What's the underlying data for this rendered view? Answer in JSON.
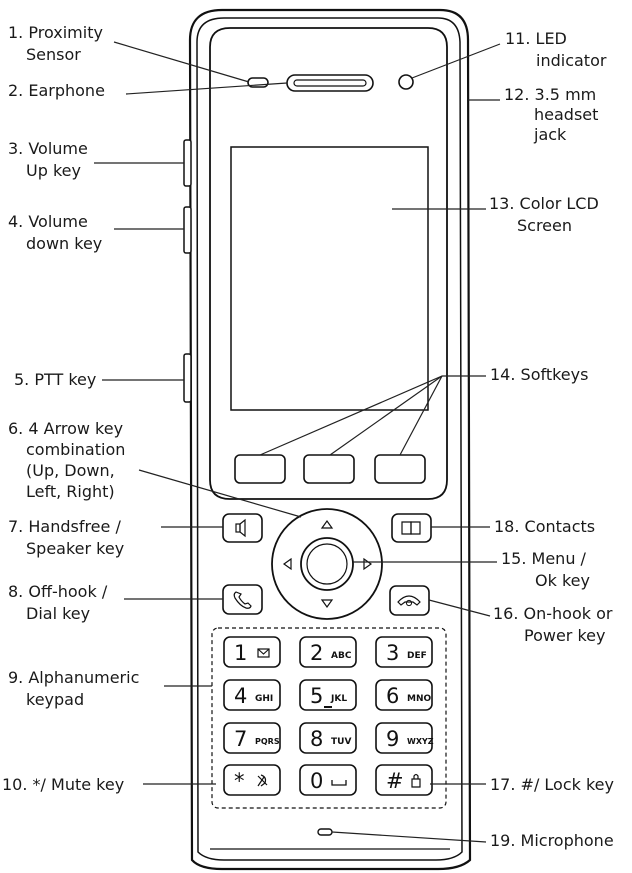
{
  "callouts": {
    "c1": [
      "1. Proximity",
      "Sensor"
    ],
    "c2": [
      "2. Earphone"
    ],
    "c3": [
      "3. Volume",
      "Up key"
    ],
    "c4": [
      "4. Volume",
      "down key"
    ],
    "c5": [
      "5. PTT key"
    ],
    "c6": [
      "6. 4 Arrow key",
      "combination",
      "(Up, Down,",
      "Left, Right)"
    ],
    "c7": [
      "7. Handsfree /",
      "Speaker key"
    ],
    "c8": [
      "8. Off-hook /",
      "Dial key"
    ],
    "c9": [
      "9. Alphanumeric",
      "keypad"
    ],
    "c10": [
      "10. */ Mute key"
    ],
    "c11": [
      "11. LED",
      "indicator"
    ],
    "c12": [
      "12. 3.5 mm",
      "headset",
      "jack"
    ],
    "c13": [
      "13. Color LCD",
      "Screen"
    ],
    "c14": [
      "14. Softkeys"
    ],
    "c15": [
      "15. Menu /",
      "Ok key"
    ],
    "c16": [
      "16. On-hook or",
      "Power key"
    ],
    "c17": [
      "17. #/ Lock key"
    ],
    "c18": [
      "18. Contacts"
    ],
    "c19": [
      "19. Microphone"
    ]
  },
  "keypad": [
    {
      "digit": "1",
      "letters": "✉"
    },
    {
      "digit": "2",
      "letters": "ABC"
    },
    {
      "digit": "3",
      "letters": "DEF"
    },
    {
      "digit": "4",
      "letters": "GHI"
    },
    {
      "digit": "5",
      "letters": "JKL"
    },
    {
      "digit": "6",
      "letters": "MNO"
    },
    {
      "digit": "7",
      "letters": "PQRS"
    },
    {
      "digit": "8",
      "letters": "TUV"
    },
    {
      "digit": "9",
      "letters": "WXYZ"
    },
    {
      "digit": "*",
      "letters": "mute-icon"
    },
    {
      "digit": "0",
      "letters": "␣"
    },
    {
      "digit": "#",
      "letters": "lock-icon"
    }
  ],
  "colors": {
    "stroke": "#111111",
    "text": "#1a1a1a",
    "background": "#ffffff"
  }
}
